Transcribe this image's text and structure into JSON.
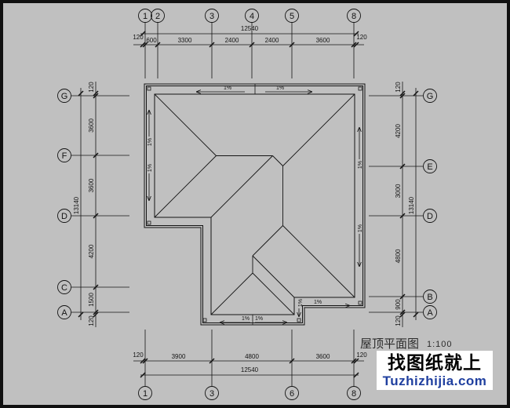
{
  "grid": {
    "top": [
      "1",
      "2",
      "3",
      "4",
      "5",
      "8"
    ],
    "bottom": [
      "1",
      "3",
      "6",
      "8"
    ],
    "left": [
      "G",
      "F",
      "D",
      "C",
      "A"
    ],
    "right": [
      "G",
      "E",
      "D",
      "B",
      "A"
    ]
  },
  "dimensions": {
    "top": {
      "total": "12540",
      "segments": [
        "120",
        "600",
        "3300",
        "2400",
        "2400",
        "3600",
        "120"
      ]
    },
    "bottom": {
      "total": "12540",
      "segments": [
        "120",
        "3900",
        "4800",
        "3600",
        "120"
      ]
    },
    "left": {
      "total": "13140",
      "segments": [
        "120",
        "3600",
        "3600",
        "4200",
        "1500",
        "120"
      ]
    },
    "right": {
      "total": "13140",
      "segments": [
        "120",
        "4200",
        "3000",
        "4800",
        "900",
        "120"
      ]
    }
  },
  "slope_labels": [
    "1%",
    "1%",
    "1%",
    "1%",
    "1%",
    "1%",
    "1%",
    "1%",
    "1%",
    "1%"
  ],
  "title": "屋顶平面图",
  "scale": "1:100",
  "watermark": {
    "line1": "找图纸就上",
    "line2": "Tuzhizhijia.com"
  },
  "colors": {
    "background": "#c0c0c0",
    "line": "#141414",
    "watermark_url": "#1f3f9f"
  }
}
